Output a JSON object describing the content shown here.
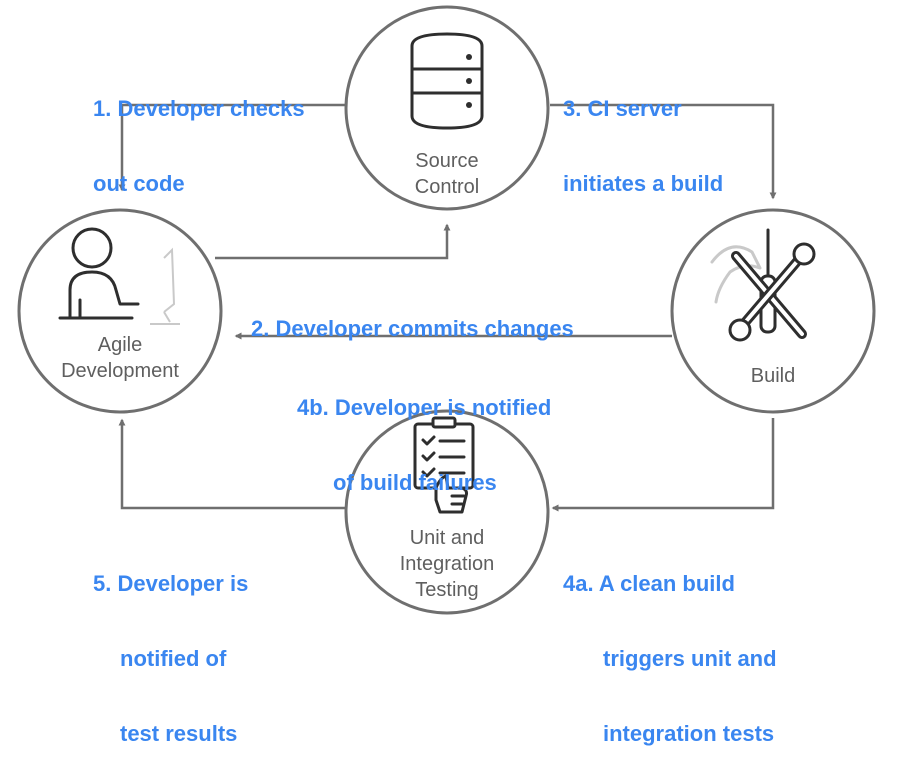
{
  "colors": {
    "accent": "#3a86f0",
    "line": "#6f6f6f",
    "node_text": "#5f5f5f",
    "icon_light": "#c9c9c9"
  },
  "nodes": {
    "source_control": {
      "line1": "Source",
      "line2": "Control",
      "icon": "database-icon"
    },
    "agile_development": {
      "line1": "Agile",
      "line2": "Development",
      "icon": "developer-at-desk-icon"
    },
    "build": {
      "line1": "Build",
      "icon": "tools-icon"
    },
    "testing": {
      "line1": "Unit and",
      "line2": "Integration",
      "line3": "Testing",
      "icon": "checklist-thumbs-up-icon"
    }
  },
  "steps": {
    "s1": {
      "line1": "1. Developer checks",
      "line2": "out code"
    },
    "s2": {
      "line1": "2. Developer commits changes"
    },
    "s3": {
      "line1": "3. CI server",
      "line2": "initiates a build"
    },
    "s4b": {
      "line1": "4b. Developer is notified",
      "line2": "of build failures"
    },
    "s4a": {
      "line1": "4a. A clean build",
      "line2": "triggers unit and",
      "line3": "integration tests"
    },
    "s5": {
      "line1": "5. Developer is",
      "line2": "notified of",
      "line3": "test results"
    }
  }
}
